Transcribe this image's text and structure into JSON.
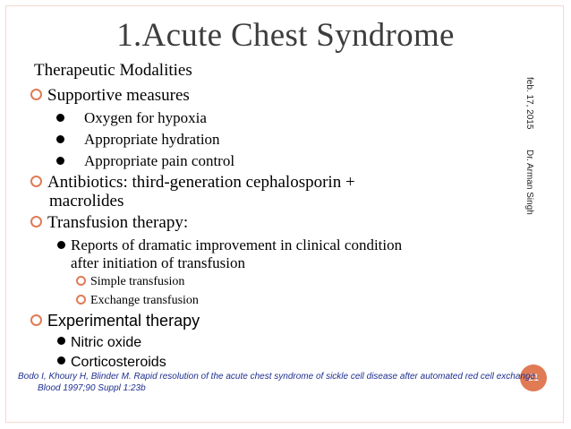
{
  "title": "1.Acute Chest Syndrome",
  "items": {
    "heading": "Therapeutic Modalities",
    "supportive": "Supportive measures",
    "oxygen": "Oxygen for hypoxia",
    "hydration": "Appropriate hydration",
    "pain": "Appropriate pain control",
    "antibiotics_1": "Antibiotics: third-generation cephalosporin +",
    "antibiotics_2": "macrolides",
    "transfusion": "Transfusion therapy:",
    "reports_1": "Reports of dramatic improvement in clinical condition",
    "reports_2": "after initiation of transfusion",
    "simple": "Simple transfusion",
    "exchange": "Exchange transfusion",
    "experimental": "Experimental therapy",
    "nitric": "Nitric oxide",
    "cortico": "Corticosteroids"
  },
  "sidebar": {
    "date": "feb. 17, 2015",
    "author": "Dr. Arman Singh"
  },
  "page_number": "21",
  "reference": {
    "line1": "Bodo I, Khoury H, Blinder M. Rapid resolution of the acute chest syndrome of sickle cell disease after automated red cell exchange.",
    "line2": "Blood 1997;90 Suppl 1:23b"
  },
  "colors": {
    "accent": "#e07b55",
    "title": "#3d3d3d",
    "reference": "#1f2f8f"
  }
}
